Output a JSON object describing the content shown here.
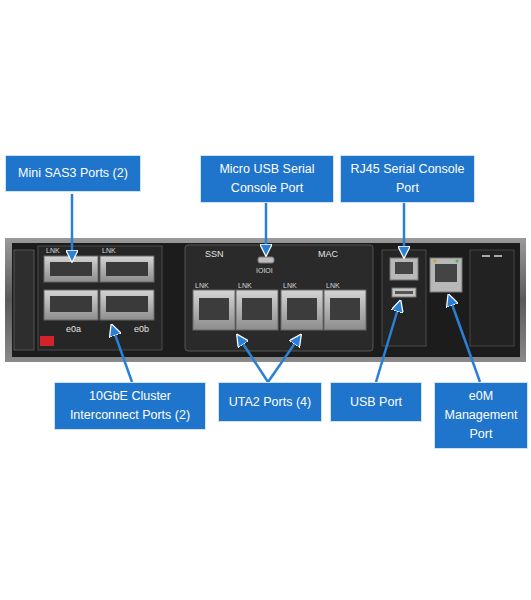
{
  "diagram": {
    "nodes": [
      {
        "text": [
          "Mini SAS3 Ports (2)"
        ]
      },
      {
        "text": [
          "Micro USB Serial Console Port"
        ]
      },
      {
        "text": [
          "RJ45 Serial Console Port"
        ]
      },
      {
        "text": [
          "10GbE Cluster Interconnect Ports (2)"
        ]
      },
      {
        "text": [
          "UTA2 Ports (4)"
        ]
      },
      {
        "text": [
          "USB Port"
        ]
      },
      {
        "text": [
          "e0M Management Port"
        ]
      }
    ],
    "edges": [],
    "labels": [
      "LNK",
      "LNK",
      "SSN",
      "IOIOI",
      "MAC",
      "LNK",
      "LNK",
      "LNK",
      "LNK",
      "e0a",
      "e0b"
    ]
  }
}
